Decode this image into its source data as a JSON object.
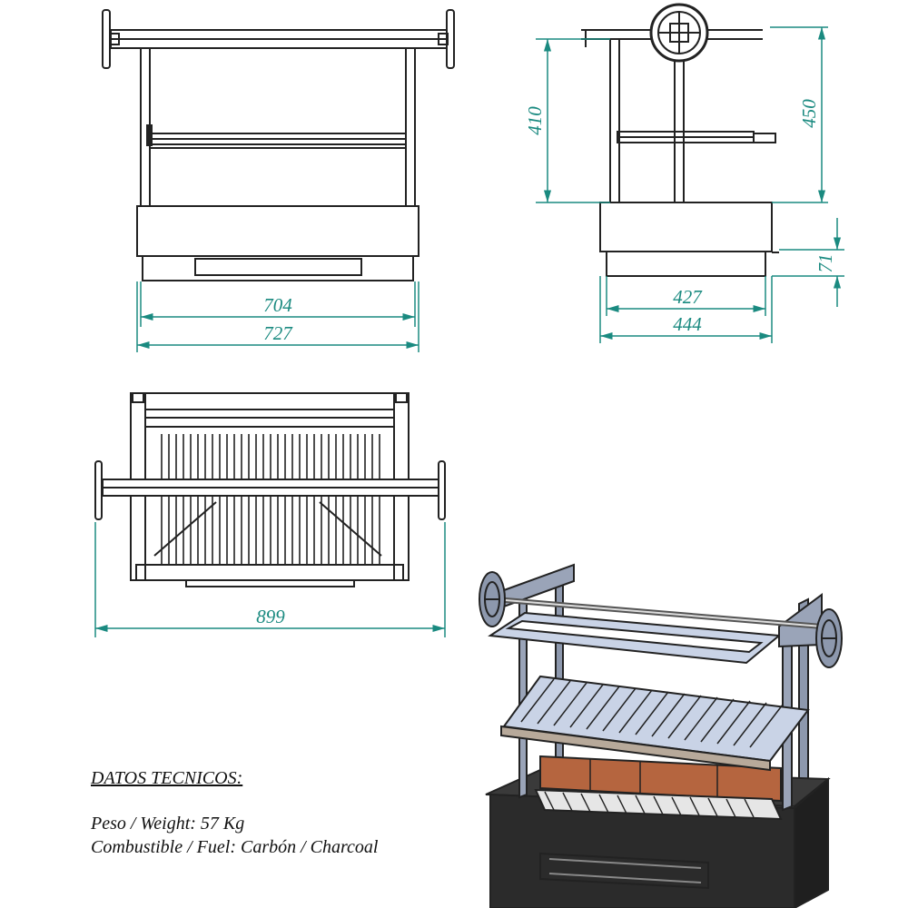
{
  "dimensions": {
    "front_inner_width": "704",
    "front_outer_width": "727",
    "side_height_grill": "410",
    "side_height_total": "450",
    "side_base_height": "71",
    "side_inner_depth": "427",
    "side_outer_depth": "444",
    "top_total_width": "899"
  },
  "specs": {
    "title": "DATOS TECNICOS:",
    "weight": "Peso / Weight: 57 Kg",
    "fuel": "Combustible / Fuel: Carbón /  Charcoal"
  },
  "colors": {
    "dimension_line": "#1a8a80",
    "outline": "#222222",
    "steel_light": "#c9d3e6",
    "steel_dark": "#7f8aa3",
    "firebrick": "#b5653f",
    "body_black": "#2b2b2b"
  }
}
